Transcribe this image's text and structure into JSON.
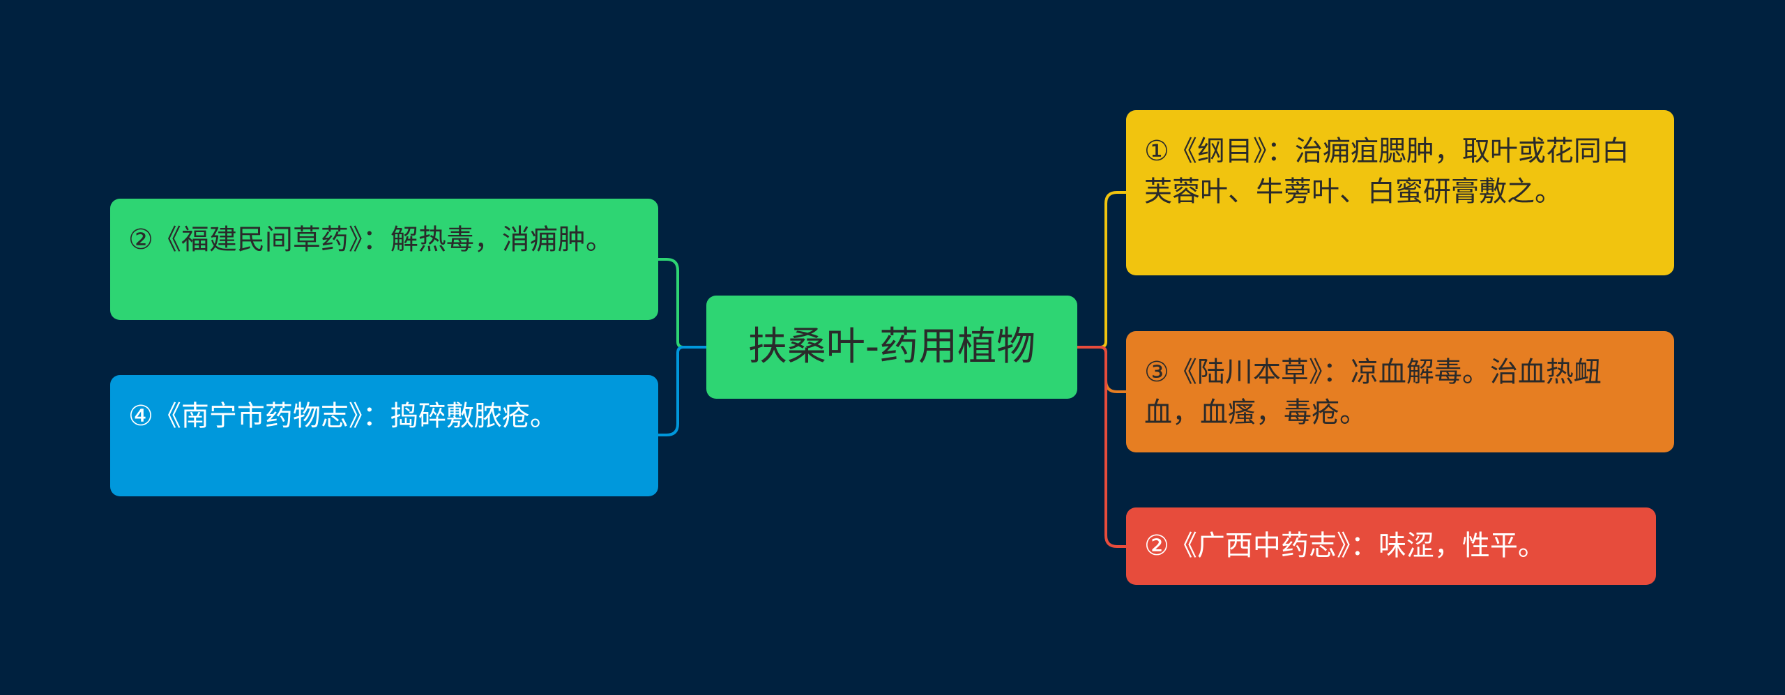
{
  "center": {
    "text": "扶桑叶-药用植物"
  },
  "right_nodes": [
    {
      "text": "①《纲目》：治痈疽腮肿，取叶或花同白芙蓉叶、牛蒡叶、白蜜研膏敷之。",
      "color": "#f1c40f"
    },
    {
      "text": "③《陆川本草》：凉血解毒。治血热衄血，血瘙，毒疮。",
      "color": "#e67e22"
    },
    {
      "text": "②《广西中药志》：味涩，性平。",
      "color": "#e74c3c"
    }
  ],
  "left_nodes": [
    {
      "text": "②《福建民间草药》：解热毒，消痈肿。",
      "color": "#2ed573"
    },
    {
      "text": "④《南宁市药物志》：捣碎敷脓疮。",
      "color": "#0098dc"
    }
  ]
}
